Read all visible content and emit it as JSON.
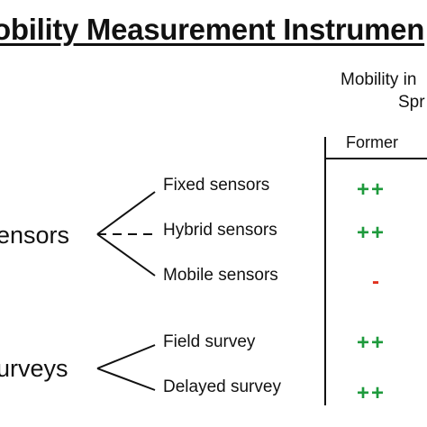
{
  "title": "obility Measurement Instrumen",
  "column_header": {
    "line1": "Mobility in",
    "line2": "Spr"
  },
  "subcolumn_header": "Former",
  "groups": [
    {
      "label": "ensors",
      "items": [
        {
          "label": "Fixed sensors",
          "mark": "++"
        },
        {
          "label": "Hybrid sensors",
          "mark": "++"
        },
        {
          "label": "Mobile sensors",
          "mark": "-"
        }
      ]
    },
    {
      "label": "urveys",
      "items": [
        {
          "label": "Field survey",
          "mark": "++"
        },
        {
          "label": "Delayed survey",
          "mark": "++"
        }
      ]
    }
  ],
  "colors": {
    "positive": "#1e9a3c",
    "negative": "#e0301e",
    "text": "#111111"
  }
}
